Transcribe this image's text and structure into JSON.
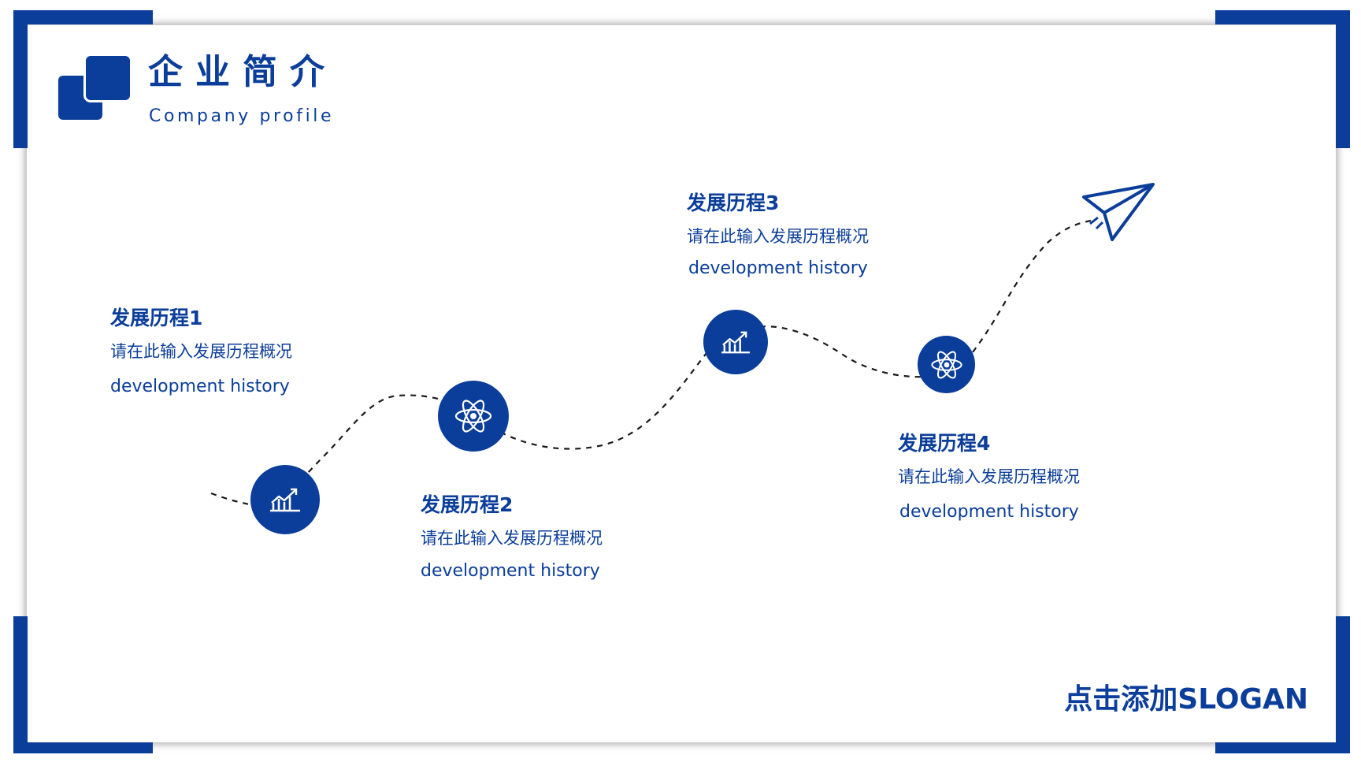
{
  "header": {
    "title_cn": "企业简介",
    "title_en": "Company profile"
  },
  "steps": [
    {
      "title": "发展历程1",
      "desc": "请在此输入发展历程概况",
      "en": "development history",
      "icon": "chart-up-icon"
    },
    {
      "title": "发展历程2",
      "desc": "请在此输入发展历程概况",
      "en": "development history",
      "icon": "atom-icon"
    },
    {
      "title": "发展历程3",
      "desc": "请在此输入发展历程概况",
      "en": "development history",
      "icon": "chart-up-icon"
    },
    {
      "title": "发展历程4",
      "desc": "请在此输入发展历程概况",
      "en": "development history",
      "icon": "atom-icon"
    }
  ],
  "decor": {
    "end_icon": "paper-plane-icon"
  },
  "footer": {
    "slogan": "点击添加SLOGAN"
  },
  "colors": {
    "brand": "#0b3e9a",
    "background": "#ffffff"
  }
}
